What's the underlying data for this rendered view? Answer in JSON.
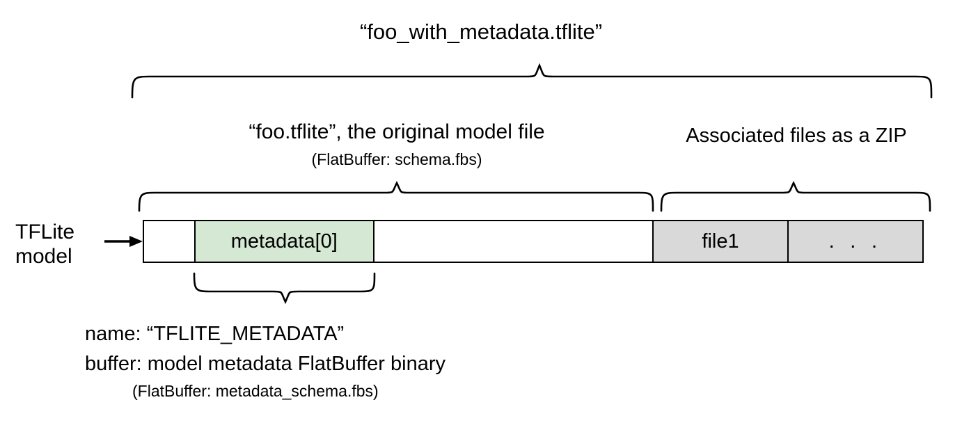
{
  "diagram": {
    "title": "“foo_with_metadata.tflite”",
    "left_caption": "TFLite\nmodel",
    "arrow_icon": "right-arrow-icon",
    "sections": {
      "model": {
        "label_main": "“foo.tflite”, the original model file",
        "label_sub": "(FlatBuffer: schema.fbs)"
      },
      "zip": {
        "label": "Associated files as a ZIP"
      }
    },
    "bar": {
      "cells": [
        {
          "label": "",
          "fill": "#ffffff",
          "name": "segment-header"
        },
        {
          "label": "metadata[0]",
          "fill": "#d5e8d4",
          "name": "segment-metadata-0"
        },
        {
          "label": "",
          "fill": "#ffffff",
          "name": "segment-model-body"
        },
        {
          "label": "file1",
          "fill": "#d9d9d9",
          "name": "segment-file1"
        },
        {
          "label": ". . .",
          "fill": "#d9d9d9",
          "name": "segment-more-files"
        }
      ]
    },
    "metadata_caption": {
      "line1": "name: “TFLITE_METADATA”",
      "line2": "buffer: model metadata FlatBuffer binary",
      "line3": "(FlatBuffer: metadata_schema.fbs)"
    },
    "colors": {
      "stroke": "#000000",
      "metadata_fill": "#d5e8d4",
      "zip_fill": "#d9d9d9",
      "background": "#ffffff"
    }
  }
}
